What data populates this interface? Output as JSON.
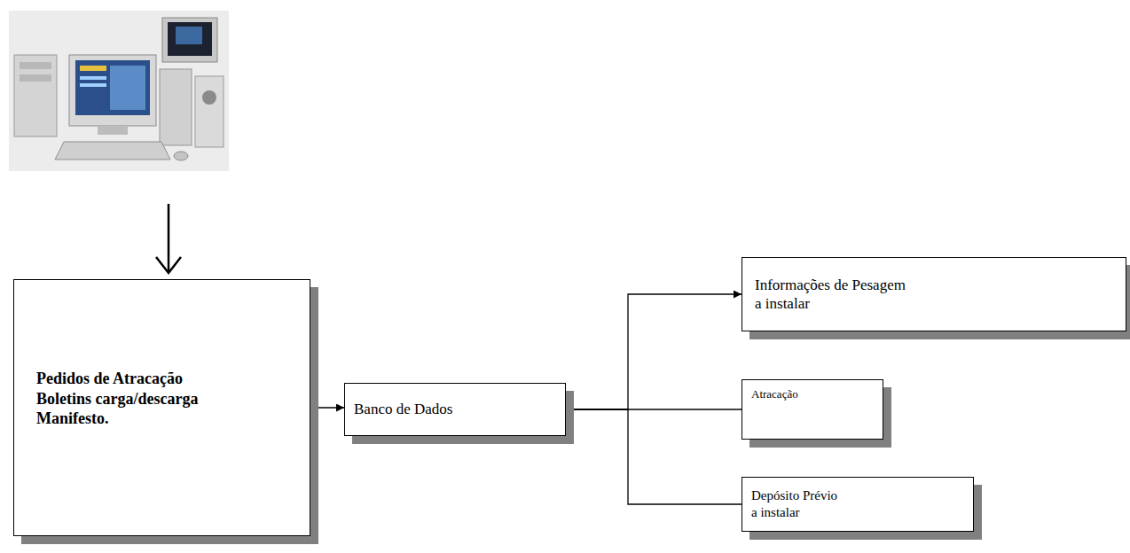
{
  "diagram": {
    "nodes": [
      {
        "text": [
          "Pedidos de Atracação",
          "Boletins carga/descarga",
          "Manifesto."
        ]
      },
      {
        "text": [
          "Banco de Dados"
        ]
      },
      {
        "text": [
          "Informações de Pesagem",
          "a instalar"
        ]
      },
      {
        "text": [
          "Atracação"
        ]
      },
      {
        "text": [
          "Depósito Prévio",
          "a instalar"
        ]
      }
    ],
    "edges": [
      {
        "from": 0,
        "to": 1,
        "arrow": "to"
      },
      {
        "from": 1,
        "to": 2,
        "arrow": "to"
      },
      {
        "from": 1,
        "to": 3,
        "arrow": "none"
      },
      {
        "from": 1,
        "to": 4,
        "arrow": "none"
      }
    ]
  }
}
